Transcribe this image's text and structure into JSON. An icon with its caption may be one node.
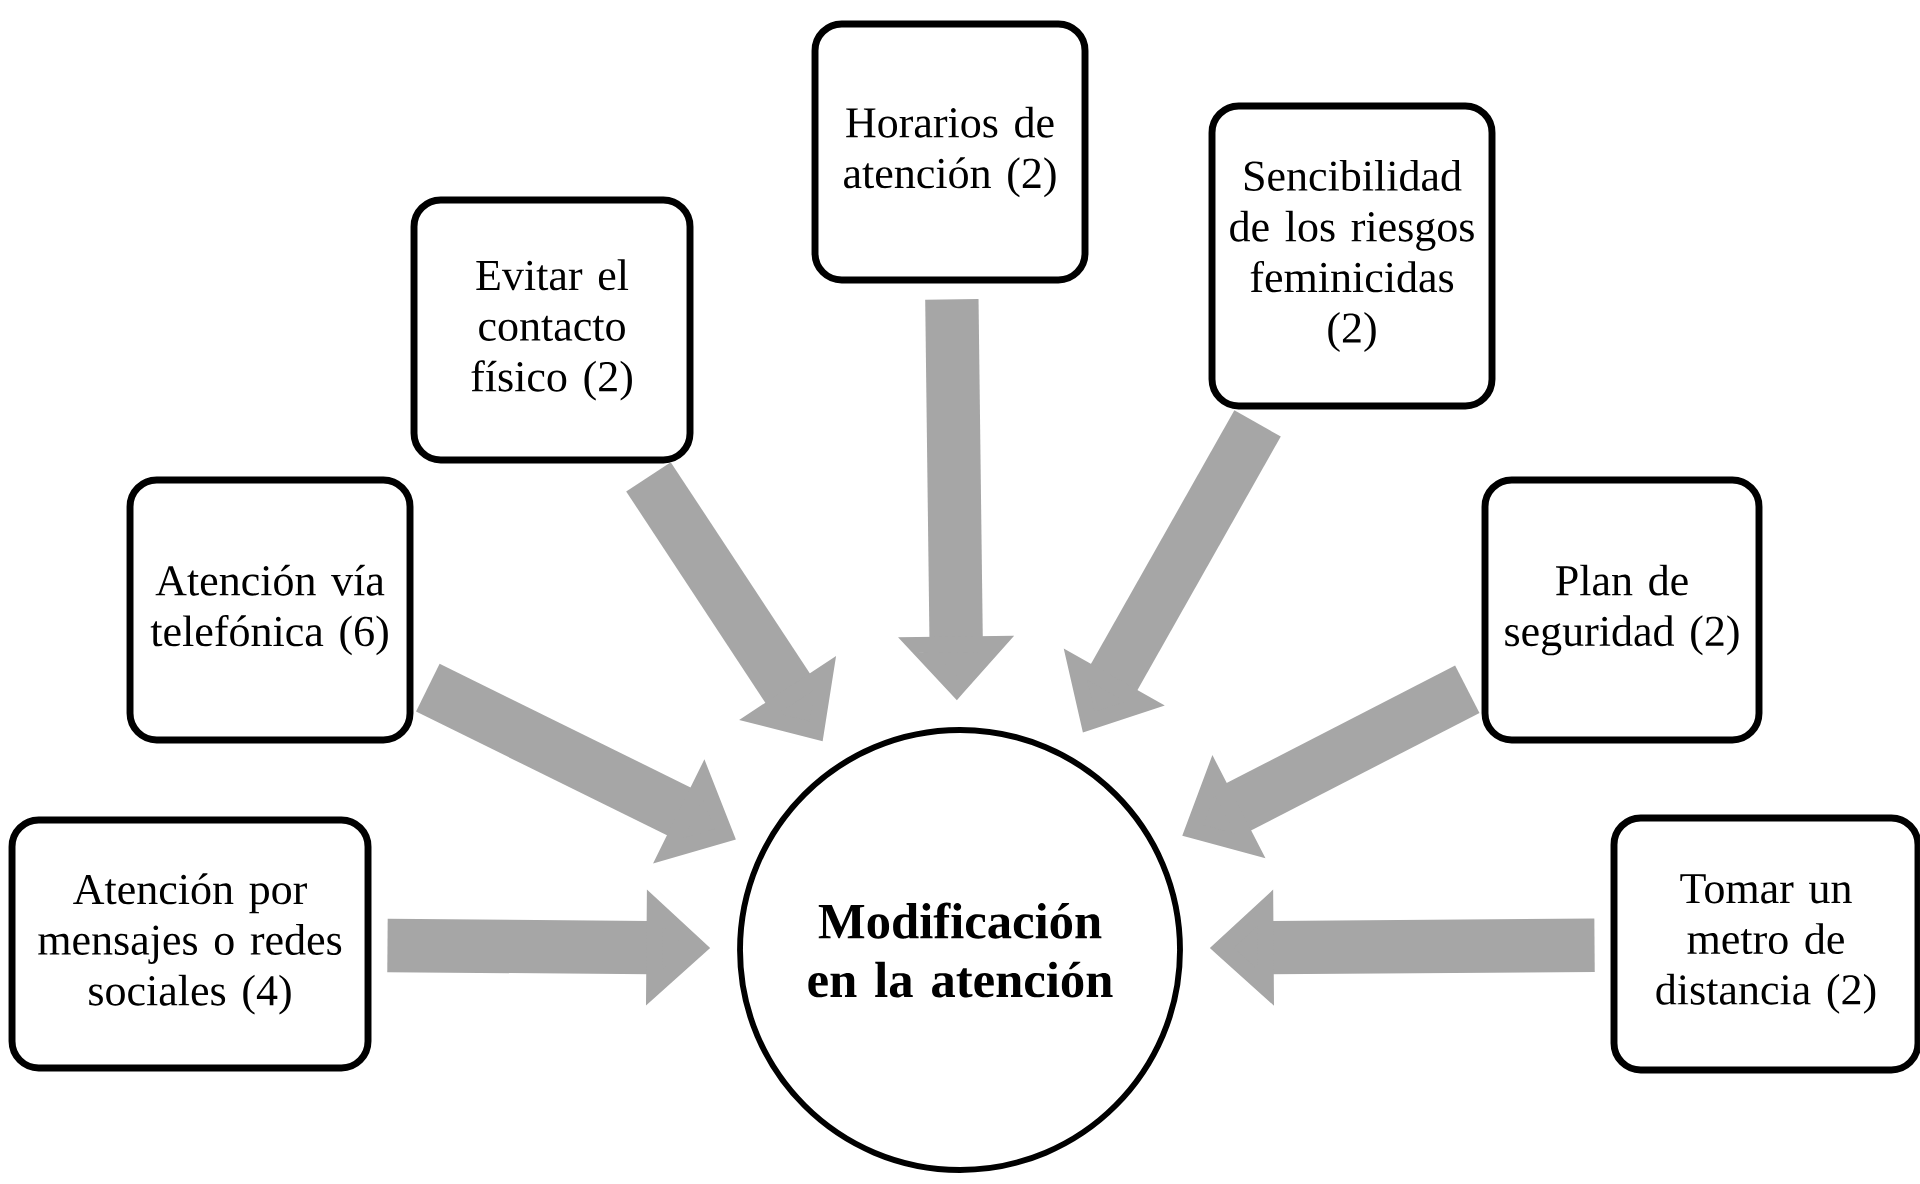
{
  "diagram": {
    "nodes": [
      {
        "text": [
          "Modificación en la atención"
        ]
      },
      {
        "text": [
          "Atención por mensajes o redes sociales (4)"
        ]
      },
      {
        "text": [
          "Atención vía telefónica (6)"
        ]
      },
      {
        "text": [
          "Evitar el contacto físico (2)"
        ]
      },
      {
        "text": [
          "Horarios de atención (2)"
        ]
      },
      {
        "text": [
          "Sencibilidad de los riesgos feminicidas (2)"
        ]
      },
      {
        "text": [
          "Plan de seguridad (2)"
        ]
      },
      {
        "text": [
          "Tomar un metro de distancia (2)"
        ]
      }
    ],
    "edges": [
      {
        "from": 1,
        "to": 0,
        "arrow": "to"
      },
      {
        "from": 2,
        "to": 0,
        "arrow": "to"
      },
      {
        "from": 3,
        "to": 0,
        "arrow": "to"
      },
      {
        "from": 4,
        "to": 0,
        "arrow": "to"
      },
      {
        "from": 5,
        "to": 0,
        "arrow": "to"
      },
      {
        "from": 6,
        "to": 0,
        "arrow": "to"
      },
      {
        "from": 7,
        "to": 0,
        "arrow": "to"
      }
    ]
  }
}
